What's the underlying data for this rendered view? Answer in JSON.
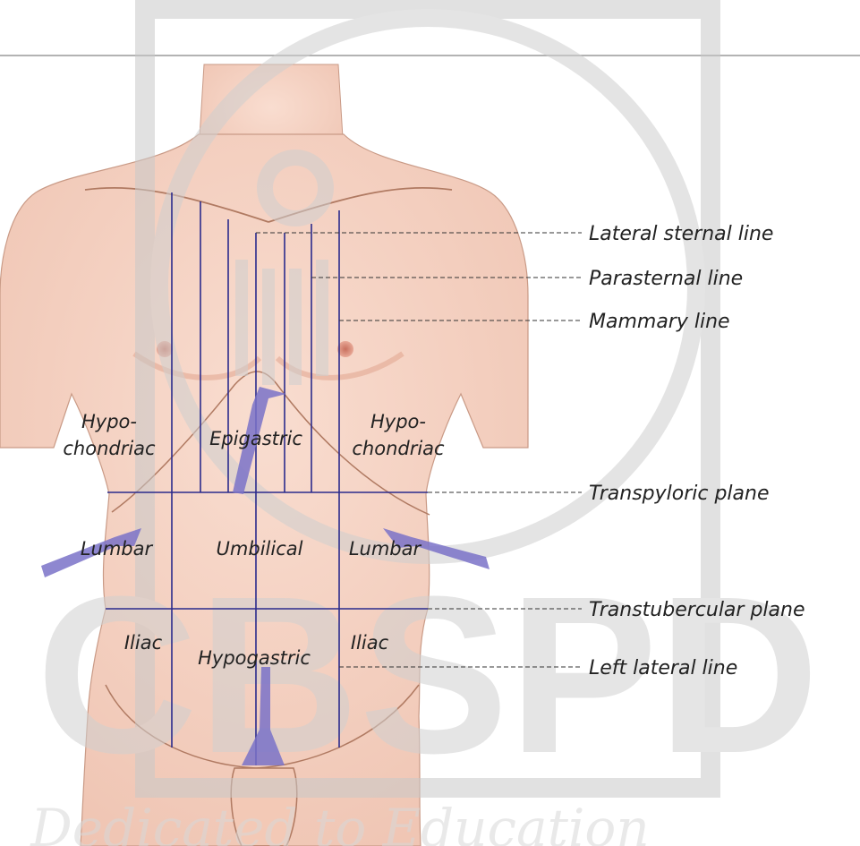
{
  "regions": {
    "hypochondriac_right": [
      "Hypo-",
      "chondriac"
    ],
    "epigastric": "Epigastric",
    "hypochondriac_left": [
      "Hypo-",
      "chondriac"
    ],
    "lumbar_right": "Lumbar",
    "umbilical": "Umbilical",
    "lumbar_left": "Lumbar",
    "iliac_right": "Iliac",
    "hypogastric": "Hypogastric",
    "iliac_left": "Iliac"
  },
  "callouts": {
    "lateral_sternal": "Lateral sternal line",
    "parasternal": "Parasternal line",
    "mammary": "Mammary line",
    "transpyloric": "Transpyloric plane",
    "transtubercular": "Transtubercular plane",
    "left_lateral": "Left lateral line"
  },
  "watermark": {
    "logo": "CBSPD",
    "tagline": "Dedicated to Education"
  },
  "colors": {
    "skin": "#f6d5c6",
    "skin_shadow": "#e9b6a2",
    "outline": "#b07a62",
    "grid_line": "#2a2a8c",
    "arrow": "#7a72c8",
    "watermark": "#c9c9c9"
  }
}
